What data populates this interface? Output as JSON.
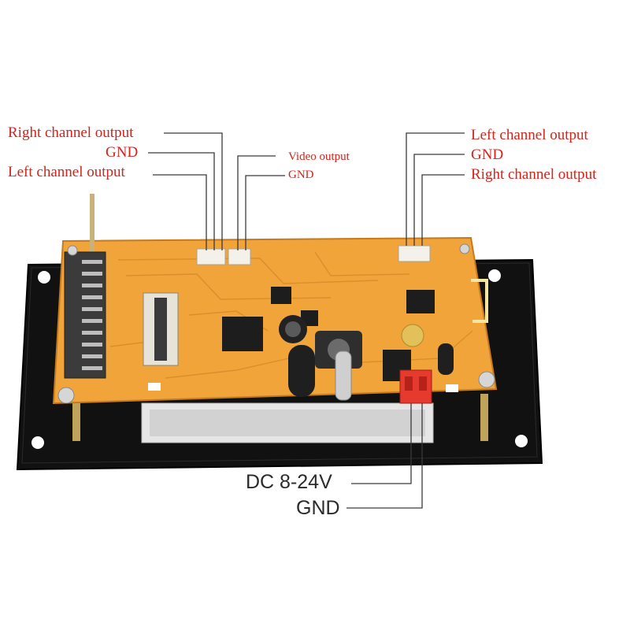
{
  "colors": {
    "label_text": "#d4231b",
    "leader_line": "#3a3a3a",
    "pcb": "#f0a43a",
    "bracket": "#111111",
    "connector_white": "#f4f1ea",
    "connector_red": "#e63a2e"
  },
  "labels": {
    "left_group": {
      "right_channel_output": "Right channel output",
      "gnd": "GND",
      "left_channel_output": "Left channel output"
    },
    "video_group": {
      "video_output": "Video output",
      "gnd": "GND"
    },
    "right_group": {
      "left_channel_output": "Left channel output",
      "gnd": "GND",
      "right_channel_output": "Right channel output"
    },
    "power_group": {
      "dc_input": "DC 8-24V",
      "gnd": "GND"
    }
  }
}
